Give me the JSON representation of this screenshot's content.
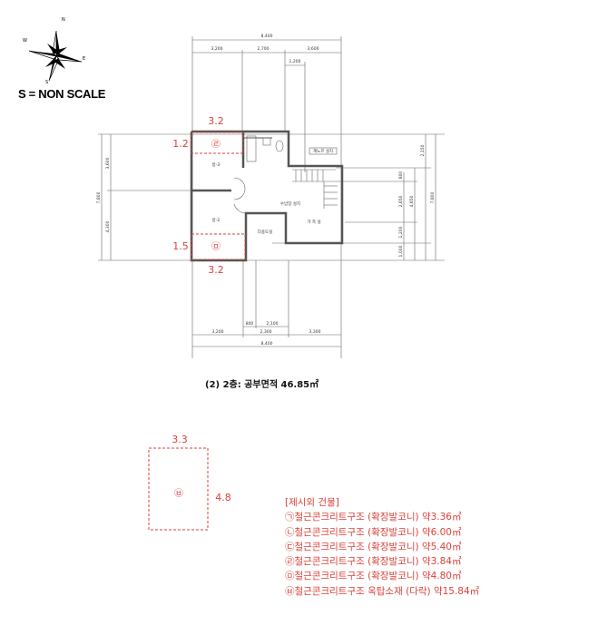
{
  "scale_label": "S = NON SCALE",
  "compass": {
    "n": "N",
    "w": "W",
    "e": "E",
    "s": "S"
  },
  "caption": "(2) 2층: 공부면적 46.85㎡",
  "dimensions": {
    "top_total": "8,400",
    "top_parts": [
      "3,200",
      "2,700",
      "3,600"
    ],
    "top_sub": "1,200",
    "bottom_sub": [
      "800",
      "2,100"
    ],
    "bottom_parts": [
      "3,200",
      "2,300",
      "3,300"
    ],
    "bottom_total": "8,400",
    "left_total": "7,800",
    "left_parts": [
      "3,600",
      "4,300"
    ],
    "right_total": "7,800",
    "right_parts": [
      "2,150",
      "800",
      "2,650",
      "1,200",
      "1,000"
    ],
    "right_mid": "4,650"
  },
  "rooms": {
    "room3": "방-3",
    "room2": "방-2",
    "family": "가 족 실",
    "storage": "수납장 설치",
    "utility": "다용도실",
    "note": "계노르 설치"
  },
  "annexes": [
    {
      "mark": "㉣",
      "width": "3.2",
      "depth": "1.2"
    },
    {
      "mark": "㉤",
      "width": "3.2",
      "depth": "1.5"
    },
    {
      "mark": "㉥",
      "width": "3.3",
      "depth": "4.8"
    }
  ],
  "legend": {
    "title": "[제시외 건물]",
    "items": [
      "㉠철근콘크리트구조 (확장발코니) 약3.36㎡",
      "㉡철근콘크리트구조 (확장발코니) 약6.00㎡",
      "㉢철근콘크리트구조 (확장발코니) 약5.40㎡",
      "㉣철근콘크리트구조 (확장발코니) 약3.84㎡",
      "㉤철근콘크리트구조 (확장발코니) 약4.80㎡",
      "㉥철근콘크리트구조 옥탑소재 (다락) 약15.84㎡"
    ]
  },
  "colors": {
    "annex_red": "#d9423a",
    "line": "#555555"
  }
}
